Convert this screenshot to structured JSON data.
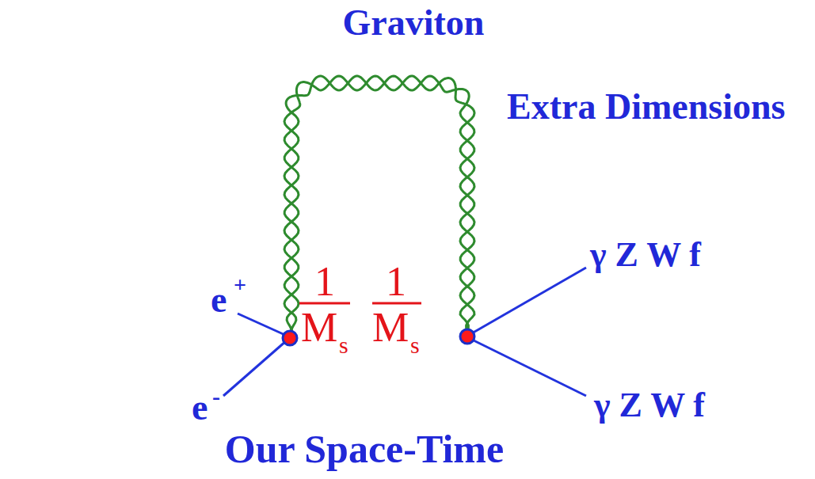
{
  "diagram": {
    "nodes": [
      {
        "text": [
          "Our Space-Time"
        ]
      }
    ],
    "labels": [
      "Graviton",
      "Extra Dimensions",
      "e",
      "+",
      "e",
      "-",
      "1",
      "M",
      "s",
      "1",
      "M",
      "s",
      "γ Z W f",
      "γ Z W f"
    ]
  }
}
